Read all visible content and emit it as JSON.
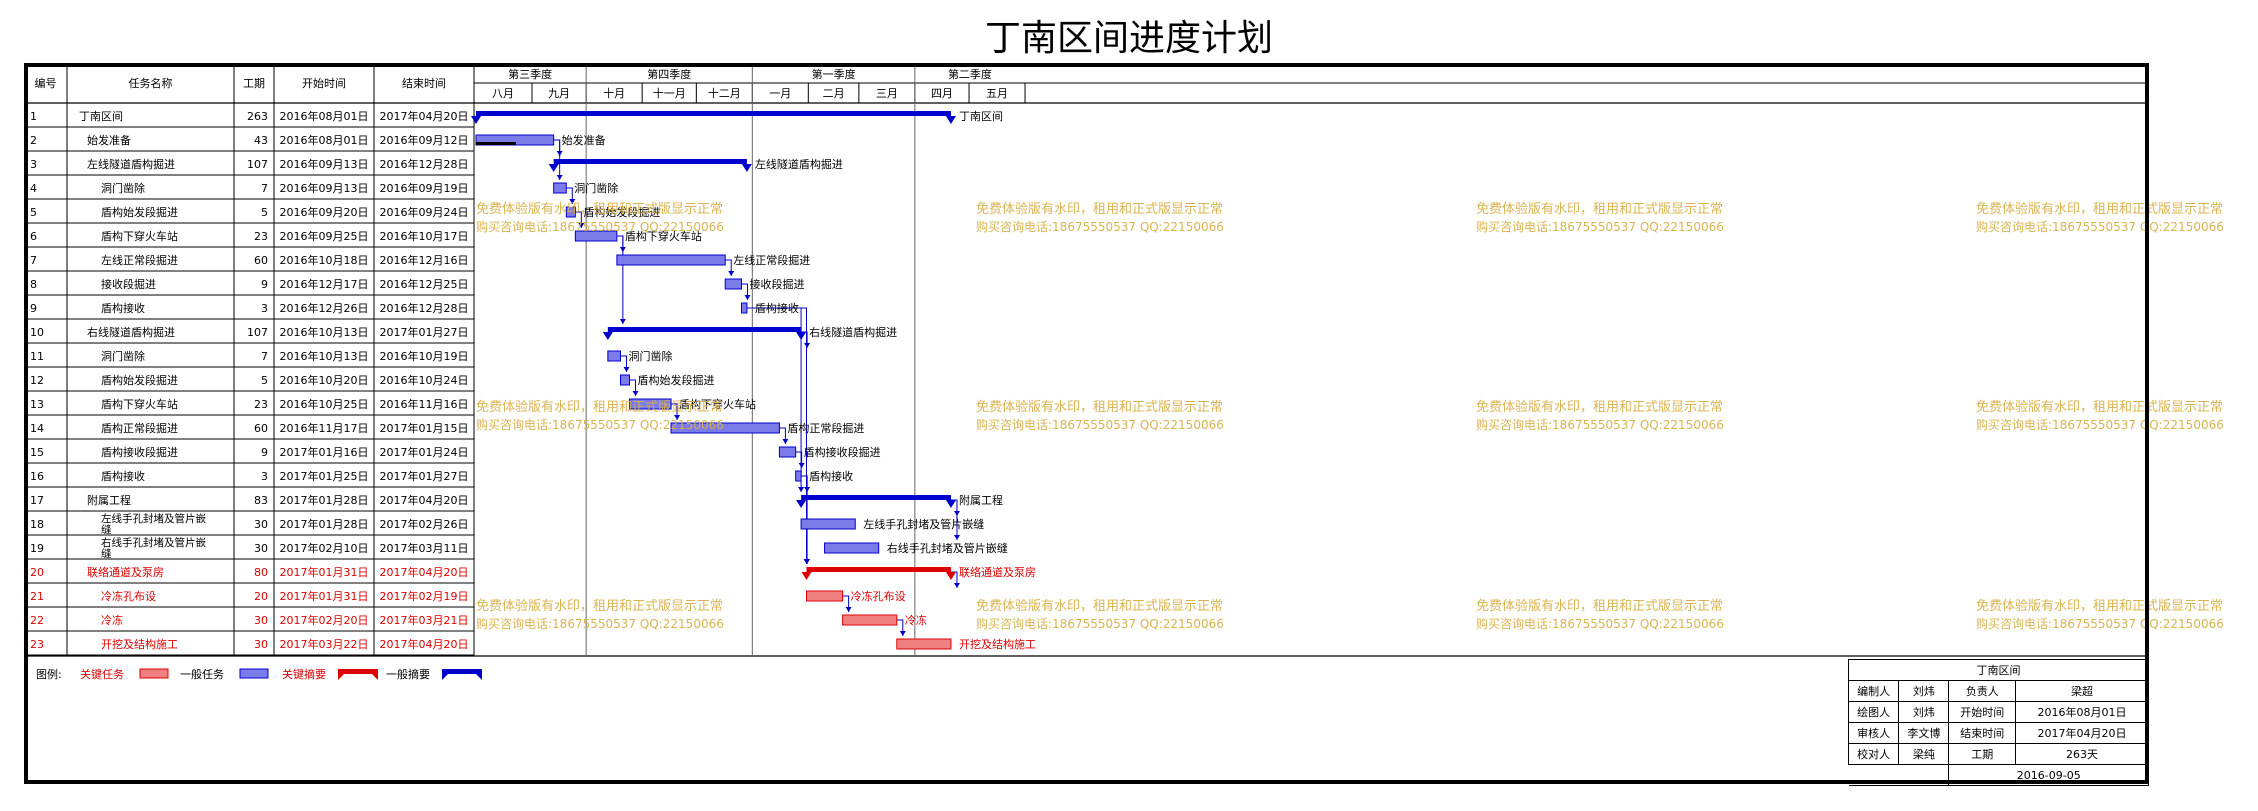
{
  "title": "丁南区间进度计划",
  "columns": [
    "编号",
    "任务名称",
    "工期",
    "开始时间",
    "结束时间"
  ],
  "timeline": {
    "quarters": [
      "第三季度",
      "第四季度",
      "第一季度",
      "第二季度"
    ],
    "months": [
      "八月",
      "九月",
      "十月",
      "十一月",
      "十二月",
      "一月",
      "二月",
      "三月",
      "四月",
      "五月"
    ]
  },
  "tasks": [
    {
      "id": "1",
      "name": "丁南区间",
      "duration": "263",
      "start": "2016年08月01日",
      "end": "2017年04月20日",
      "type": "summary",
      "critical": false,
      "indent": 0
    },
    {
      "id": "2",
      "name": "始发准备",
      "duration": "43",
      "start": "2016年08月01日",
      "end": "2016年09月12日",
      "type": "task",
      "critical": false,
      "indent": 1
    },
    {
      "id": "3",
      "name": "左线隧道盾构掘进",
      "duration": "107",
      "start": "2016年09月13日",
      "end": "2016年12月28日",
      "type": "summary",
      "critical": false,
      "indent": 1
    },
    {
      "id": "4",
      "name": "洞门凿除",
      "duration": "7",
      "start": "2016年09月13日",
      "end": "2016年09月19日",
      "type": "task",
      "critical": false,
      "indent": 2
    },
    {
      "id": "5",
      "name": "盾构始发段掘进",
      "duration": "5",
      "start": "2016年09月20日",
      "end": "2016年09月24日",
      "type": "task",
      "critical": false,
      "indent": 2
    },
    {
      "id": "6",
      "name": "盾构下穿火车站",
      "duration": "23",
      "start": "2016年09月25日",
      "end": "2016年10月17日",
      "type": "task",
      "critical": false,
      "indent": 2
    },
    {
      "id": "7",
      "name": "左线正常段掘进",
      "duration": "60",
      "start": "2016年10月18日",
      "end": "2016年12月16日",
      "type": "task",
      "critical": false,
      "indent": 2
    },
    {
      "id": "8",
      "name": "接收段掘进",
      "duration": "9",
      "start": "2016年12月17日",
      "end": "2016年12月25日",
      "type": "task",
      "critical": false,
      "indent": 2
    },
    {
      "id": "9",
      "name": "盾构接收",
      "duration": "3",
      "start": "2016年12月26日",
      "end": "2016年12月28日",
      "type": "task",
      "critical": false,
      "indent": 2
    },
    {
      "id": "10",
      "name": "右线隧道盾构掘进",
      "duration": "107",
      "start": "2016年10月13日",
      "end": "2017年01月27日",
      "type": "summary",
      "critical": false,
      "indent": 1
    },
    {
      "id": "11",
      "name": "洞门凿除",
      "duration": "7",
      "start": "2016年10月13日",
      "end": "2016年10月19日",
      "type": "task",
      "critical": false,
      "indent": 2
    },
    {
      "id": "12",
      "name": "盾构始发段掘进",
      "duration": "5",
      "start": "2016年10月20日",
      "end": "2016年10月24日",
      "type": "task",
      "critical": false,
      "indent": 2
    },
    {
      "id": "13",
      "name": "盾构下穿火车站",
      "duration": "23",
      "start": "2016年10月25日",
      "end": "2016年11月16日",
      "type": "task",
      "critical": false,
      "indent": 2
    },
    {
      "id": "14",
      "name": "盾构正常段掘进",
      "duration": "60",
      "start": "2016年11月17日",
      "end": "2017年01月15日",
      "type": "task",
      "critical": false,
      "indent": 2
    },
    {
      "id": "15",
      "name": "盾构接收段掘进",
      "duration": "9",
      "start": "2017年01月16日",
      "end": "2017年01月24日",
      "type": "task",
      "critical": false,
      "indent": 2
    },
    {
      "id": "16",
      "name": "盾构接收",
      "duration": "3",
      "start": "2017年01月25日",
      "end": "2017年01月27日",
      "type": "task",
      "critical": false,
      "indent": 2
    },
    {
      "id": "17",
      "name": "附属工程",
      "duration": "83",
      "start": "2017年01月28日",
      "end": "2017年04月20日",
      "type": "summary",
      "critical": false,
      "indent": 1
    },
    {
      "id": "18",
      "name": "左线手孔封堵及管片嵌缝",
      "duration": "30",
      "start": "2017年01月28日",
      "end": "2017年02月26日",
      "type": "task",
      "critical": false,
      "indent": 2
    },
    {
      "id": "19",
      "name": "右线手孔封堵及管片嵌缝",
      "duration": "30",
      "start": "2017年02月10日",
      "end": "2017年03月11日",
      "type": "task",
      "critical": false,
      "indent": 2
    },
    {
      "id": "20",
      "name": "联络通道及泵房",
      "duration": "80",
      "start": "2017年01月31日",
      "end": "2017年04月20日",
      "type": "summary",
      "critical": true,
      "indent": 1
    },
    {
      "id": "21",
      "name": "冷冻孔布设",
      "duration": "20",
      "start": "2017年01月31日",
      "end": "2017年02月19日",
      "type": "task",
      "critical": true,
      "indent": 2
    },
    {
      "id": "22",
      "name": "冷冻",
      "duration": "30",
      "start": "2017年02月20日",
      "end": "2017年03月21日",
      "type": "task",
      "critical": true,
      "indent": 2
    },
    {
      "id": "23",
      "name": "开挖及结构施工",
      "duration": "30",
      "start": "2017年03月22日",
      "end": "2017年04月20日",
      "type": "task",
      "critical": true,
      "indent": 2
    }
  ],
  "watermark": {
    "line1": "免费体验版有水印，租用和正式版显示正常",
    "line2": "购买咨询电话:18675550537 QQ:22150066"
  },
  "legend": {
    "label": "图例:",
    "critical_task": "关键任务",
    "general_task": "一般任务",
    "critical_summary": "关键摘要",
    "general_summary": "一般摘要"
  },
  "signoff": {
    "project": "丁南区间",
    "compiled_by_label": "编制人",
    "compiled_by": "刘炜",
    "responsible_label": "负责人",
    "responsible": "梁超",
    "drawn_by_label": "绘图人",
    "drawn_by": "刘炜",
    "start_label": "开始时间",
    "start": "2016年08月01日",
    "reviewed_by_label": "审核人",
    "reviewed_by": "李文博",
    "end_label": "结束时间",
    "end": "2017年04月20日",
    "checked_by_label": "校对人",
    "checked_by": "梁纯",
    "duration_label": "工期",
    "duration": "263天",
    "date": "2016-09-05"
  },
  "colors": {
    "general": "#0000cc",
    "general_fill": "#7b7bea",
    "critical": "#dd0000",
    "critical_fill": "#f08080",
    "critical_text": "#dd0000",
    "watermark": "#d8b04a"
  }
}
